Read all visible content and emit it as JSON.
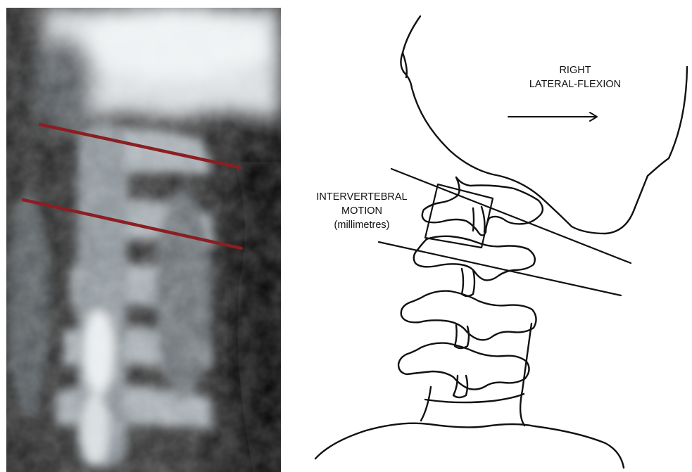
{
  "diagram": {
    "label_direction_line1": "RIGHT",
    "label_direction_line2": "LATERAL-FLEXION",
    "label_motion_line1": "INTERVERTEBRAL",
    "label_motion_line2": "MOTION",
    "label_motion_line3": "(millimetres)",
    "colors": {
      "xray_marker_line": "#8b1e22",
      "drawing_ink": "#111111",
      "xray_background": "#1a1a1a"
    }
  }
}
